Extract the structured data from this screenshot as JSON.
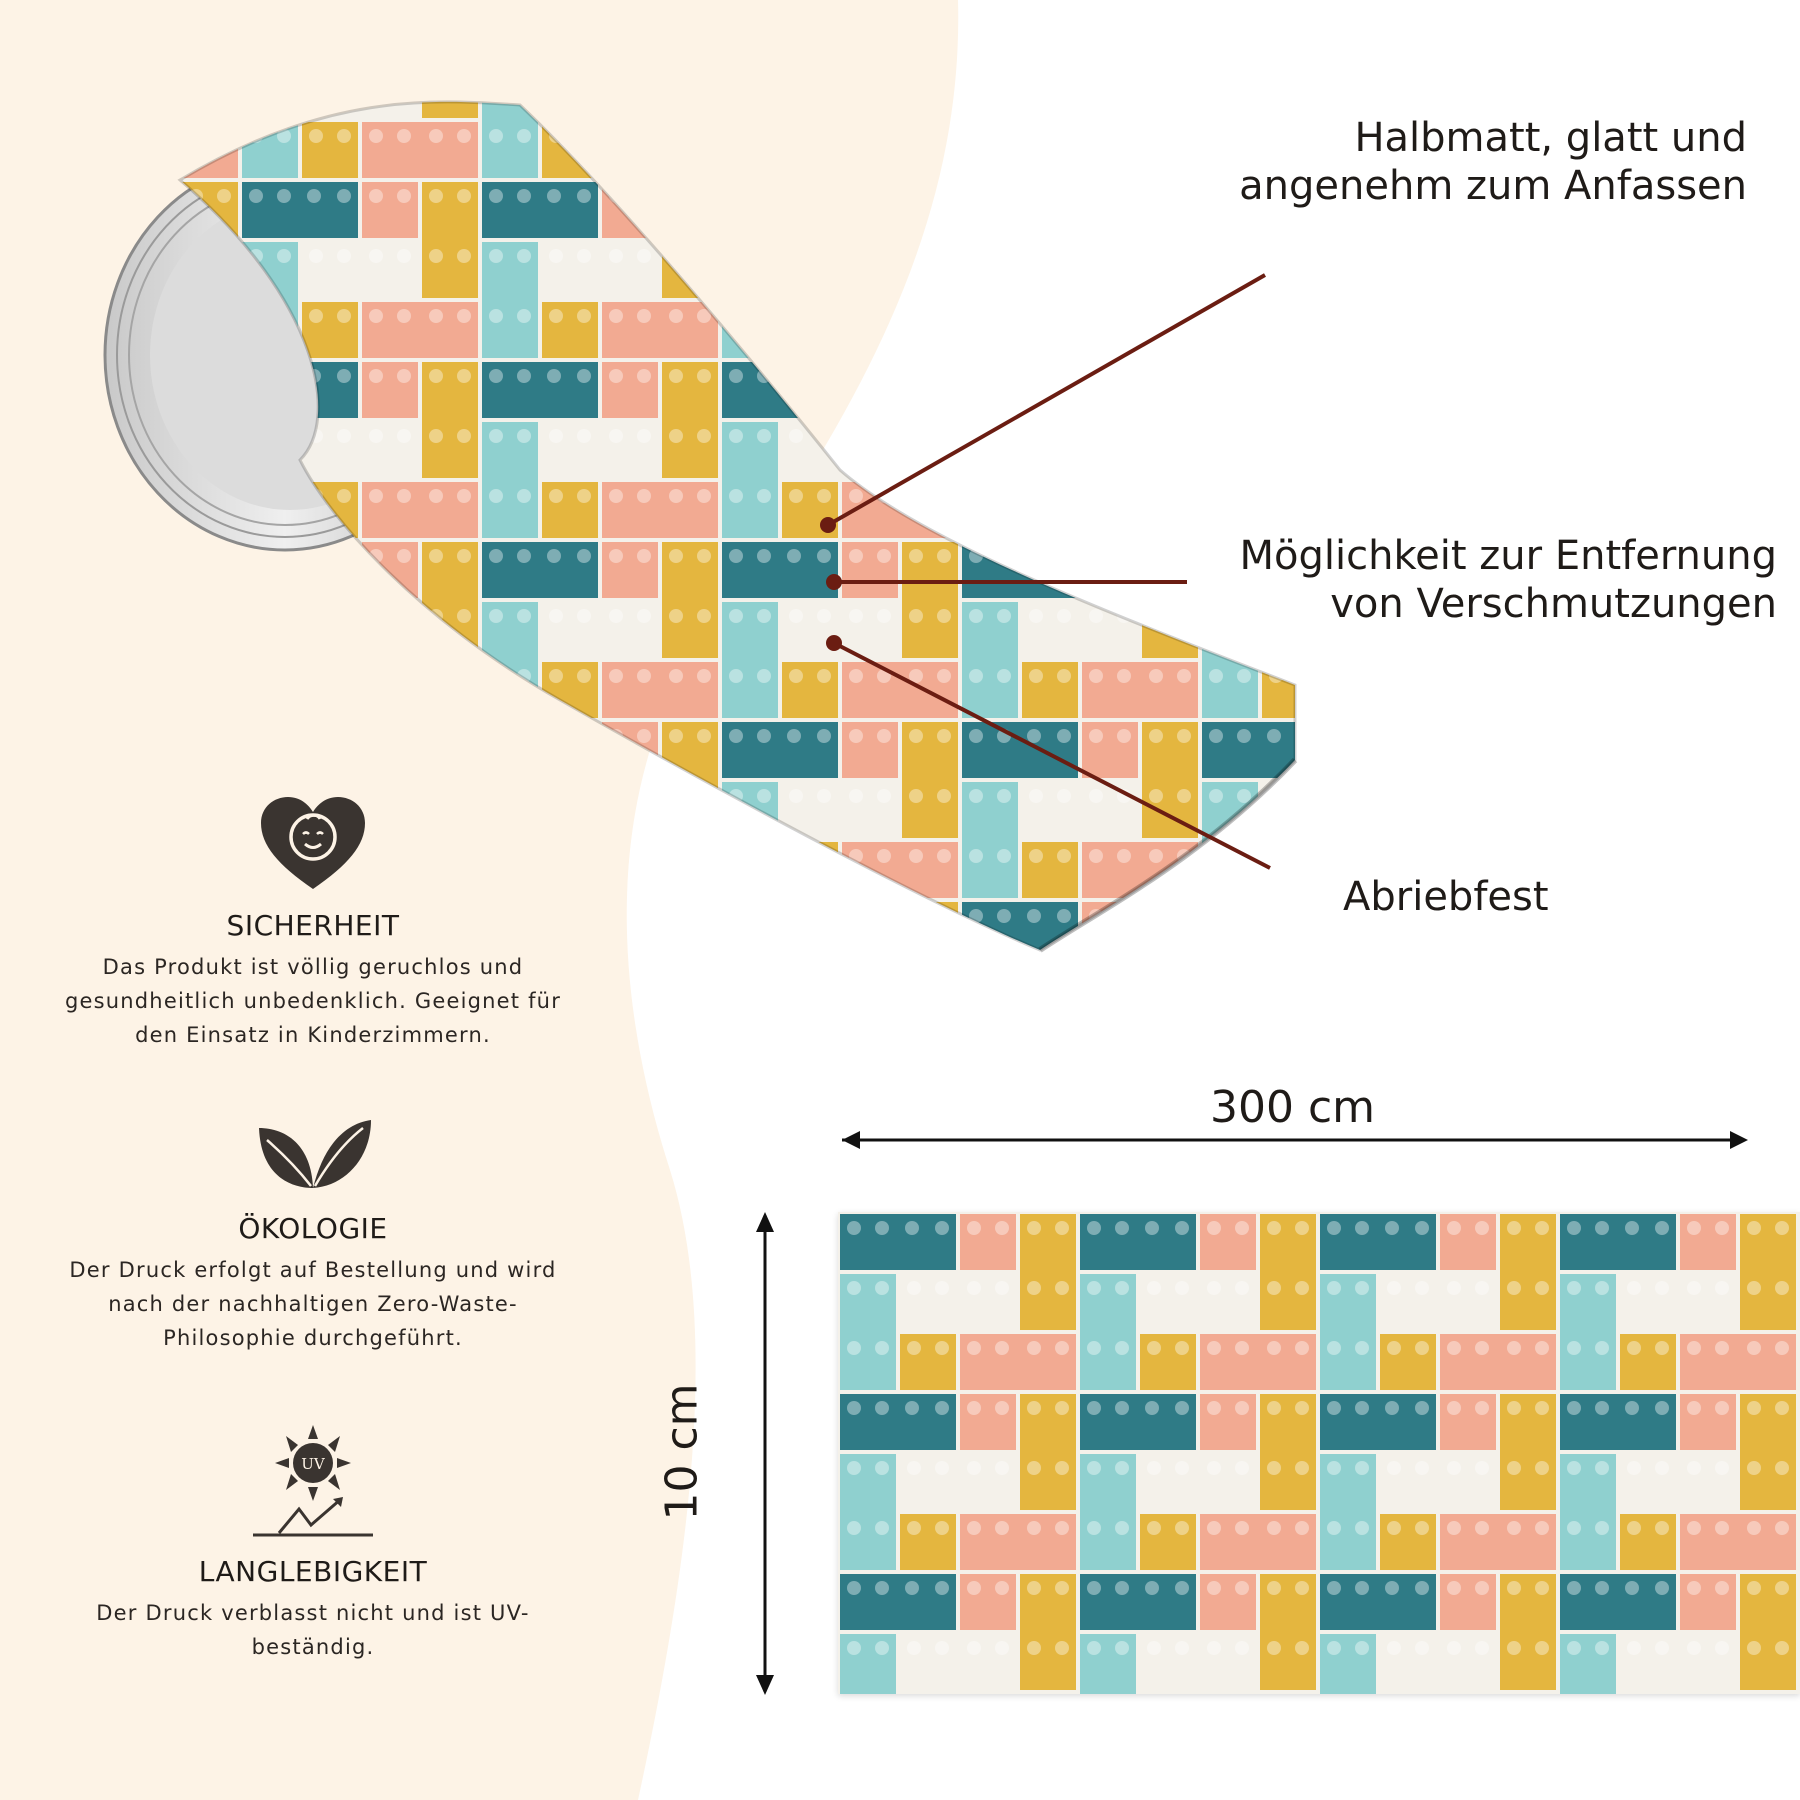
{
  "callouts": {
    "top": [
      "Halbmatt, glatt und",
      "angenehm zum Anfassen"
    ],
    "middle": [
      "Möglichkeit zur Entfernung",
      "von Verschmutzungen"
    ],
    "bottom": [
      "Abriebfest"
    ]
  },
  "features": [
    {
      "icon": "baby-heart-icon",
      "title": "SICHERHEIT",
      "lines": [
        "Das Produkt ist völlig geruchlos und",
        "gesundheitlich unbedenklich. Geeignet für",
        "den Einsatz in Kinderzimmern."
      ]
    },
    {
      "icon": "leaves-icon",
      "title": "ÖKOLOGIE",
      "lines": [
        "Der Druck erfolgt auf Bestellung und wird",
        "nach der nachhaltigen Zero-Waste-",
        "Philosophie durchgeführt."
      ]
    },
    {
      "icon": "uv-sun-icon",
      "uv_text": "UV",
      "title": "LANGLEBIGKEIT",
      "lines": [
        "Der Druck verblasst nicht und ist UV-",
        "beständig."
      ]
    }
  ],
  "dimensions": {
    "width_label": "300 cm",
    "height_label": "10 cm"
  },
  "colors": {
    "background_cream": "#fdf3e6",
    "accent_line": "#6b1d12",
    "text": "#1f1b18",
    "icon": "#3a3430",
    "brick_teal_dark": "#2f7b86",
    "brick_teal_light": "#8fd0cf",
    "brick_salmon": "#f2aa92",
    "brick_mustard": "#e4b63f",
    "brick_white": "#f4f1ea"
  }
}
